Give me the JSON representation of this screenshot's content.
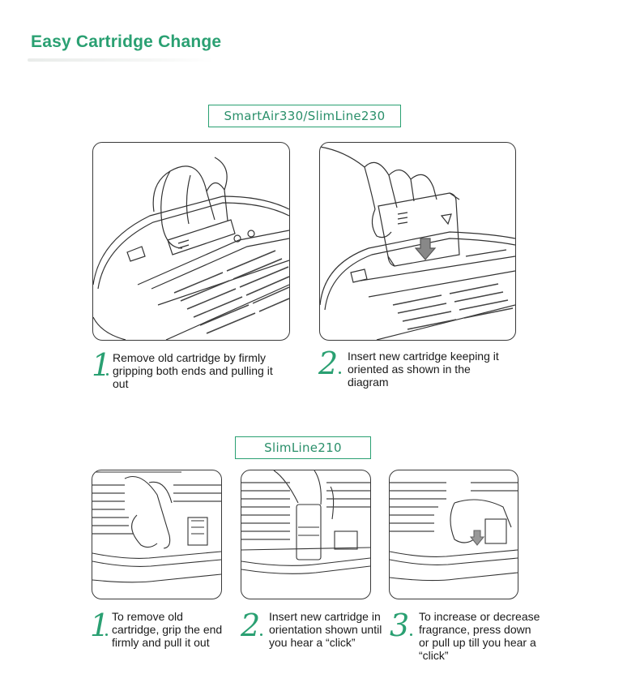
{
  "header": {
    "title": "Easy Cartridge Change"
  },
  "colors": {
    "accent": "#2aa072",
    "line": "#3a3a3a"
  },
  "sections": [
    {
      "label": "SmartAir330/SlimLine230",
      "steps": [
        {
          "number": "1",
          "text": "Remove old cartridge by firmly gripping both ends and pulling it out",
          "icon": "hand-pulling-cartridge-illustration"
        },
        {
          "number": "2",
          "text": "Insert new cartridge keeping it oriented as shown in the diagram",
          "icon": "hand-inserting-cartridge-illustration"
        }
      ]
    },
    {
      "label": "SlimLine210",
      "steps": [
        {
          "number": "1",
          "text": "To remove old cartridge, grip the end firmly and pull it out",
          "icon": "hand-pulling-cartridge-illustration"
        },
        {
          "number": "2",
          "text": "Insert new cartridge in orientation shown until you hear a “click”",
          "icon": "hand-inserting-cartridge-illustration"
        },
        {
          "number": "3",
          "text": "To increase or decrease fragrance, press down or pull up till you hear a “click”",
          "icon": "hand-pressing-cartridge-illustration"
        }
      ]
    }
  ]
}
